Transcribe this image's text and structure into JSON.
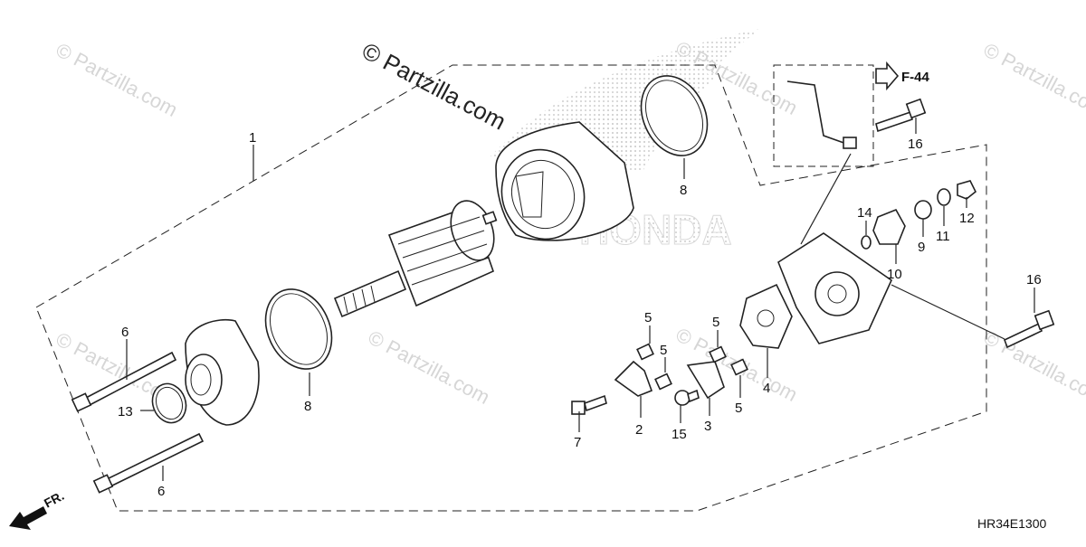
{
  "watermark": {
    "copyright": "© Partzilla.com",
    "repeat_text": "© Partzilla.com",
    "brand_logo_text": "HONDA"
  },
  "diagram": {
    "code": "HR34E1300",
    "front_arrow_label": "FR.",
    "ref_label": "F-44",
    "callouts": {
      "c1": "1",
      "c2": "2",
      "c3": "3",
      "c4": "4",
      "c5a": "5",
      "c5b": "5",
      "c5c": "5",
      "c5d": "5",
      "c6a": "6",
      "c6b": "6",
      "c7": "7",
      "c8a": "8",
      "c8b": "8",
      "c9": "9",
      "c10": "10",
      "c11": "11",
      "c12": "12",
      "c13": "13",
      "c14": "14",
      "c15": "15",
      "c16a": "16",
      "c16b": "16"
    }
  }
}
